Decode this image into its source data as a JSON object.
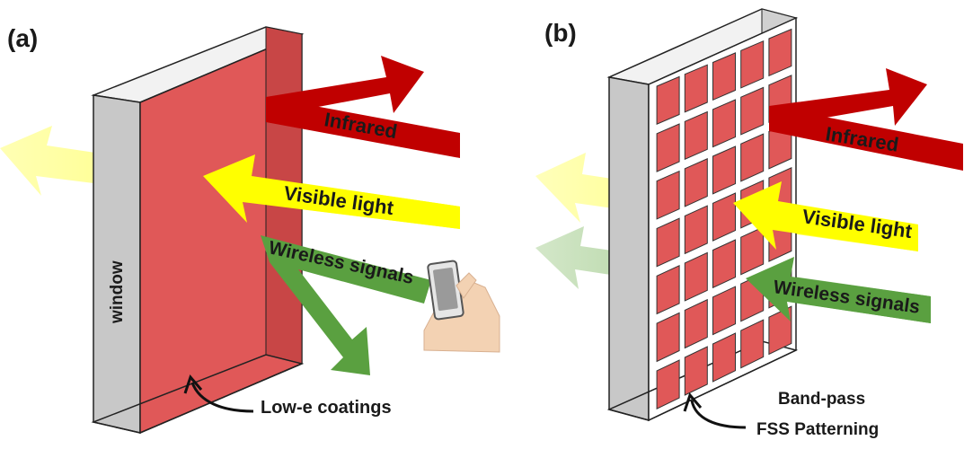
{
  "panel_a": {
    "tag": "(a)",
    "window_label": "window",
    "arrows": {
      "infrared": "Infrared",
      "visible": "Visible light",
      "wireless": "Wireless signals"
    },
    "coating_label": "Low-e coatings"
  },
  "panel_b": {
    "tag": "(b)",
    "arrows": {
      "infrared": "Infrared",
      "visible": "Visible light",
      "wireless": "Wireless signals"
    },
    "pattern_label_line1": "Band-pass",
    "pattern_label_line2": "FSS Patterning"
  },
  "colors": {
    "coating": "#e05858",
    "coating_dark": "#c84646",
    "infrared": "#c00000",
    "visible": "#ffff00",
    "wireless": "#5aa040",
    "window_frame": "#c8c8c8"
  }
}
